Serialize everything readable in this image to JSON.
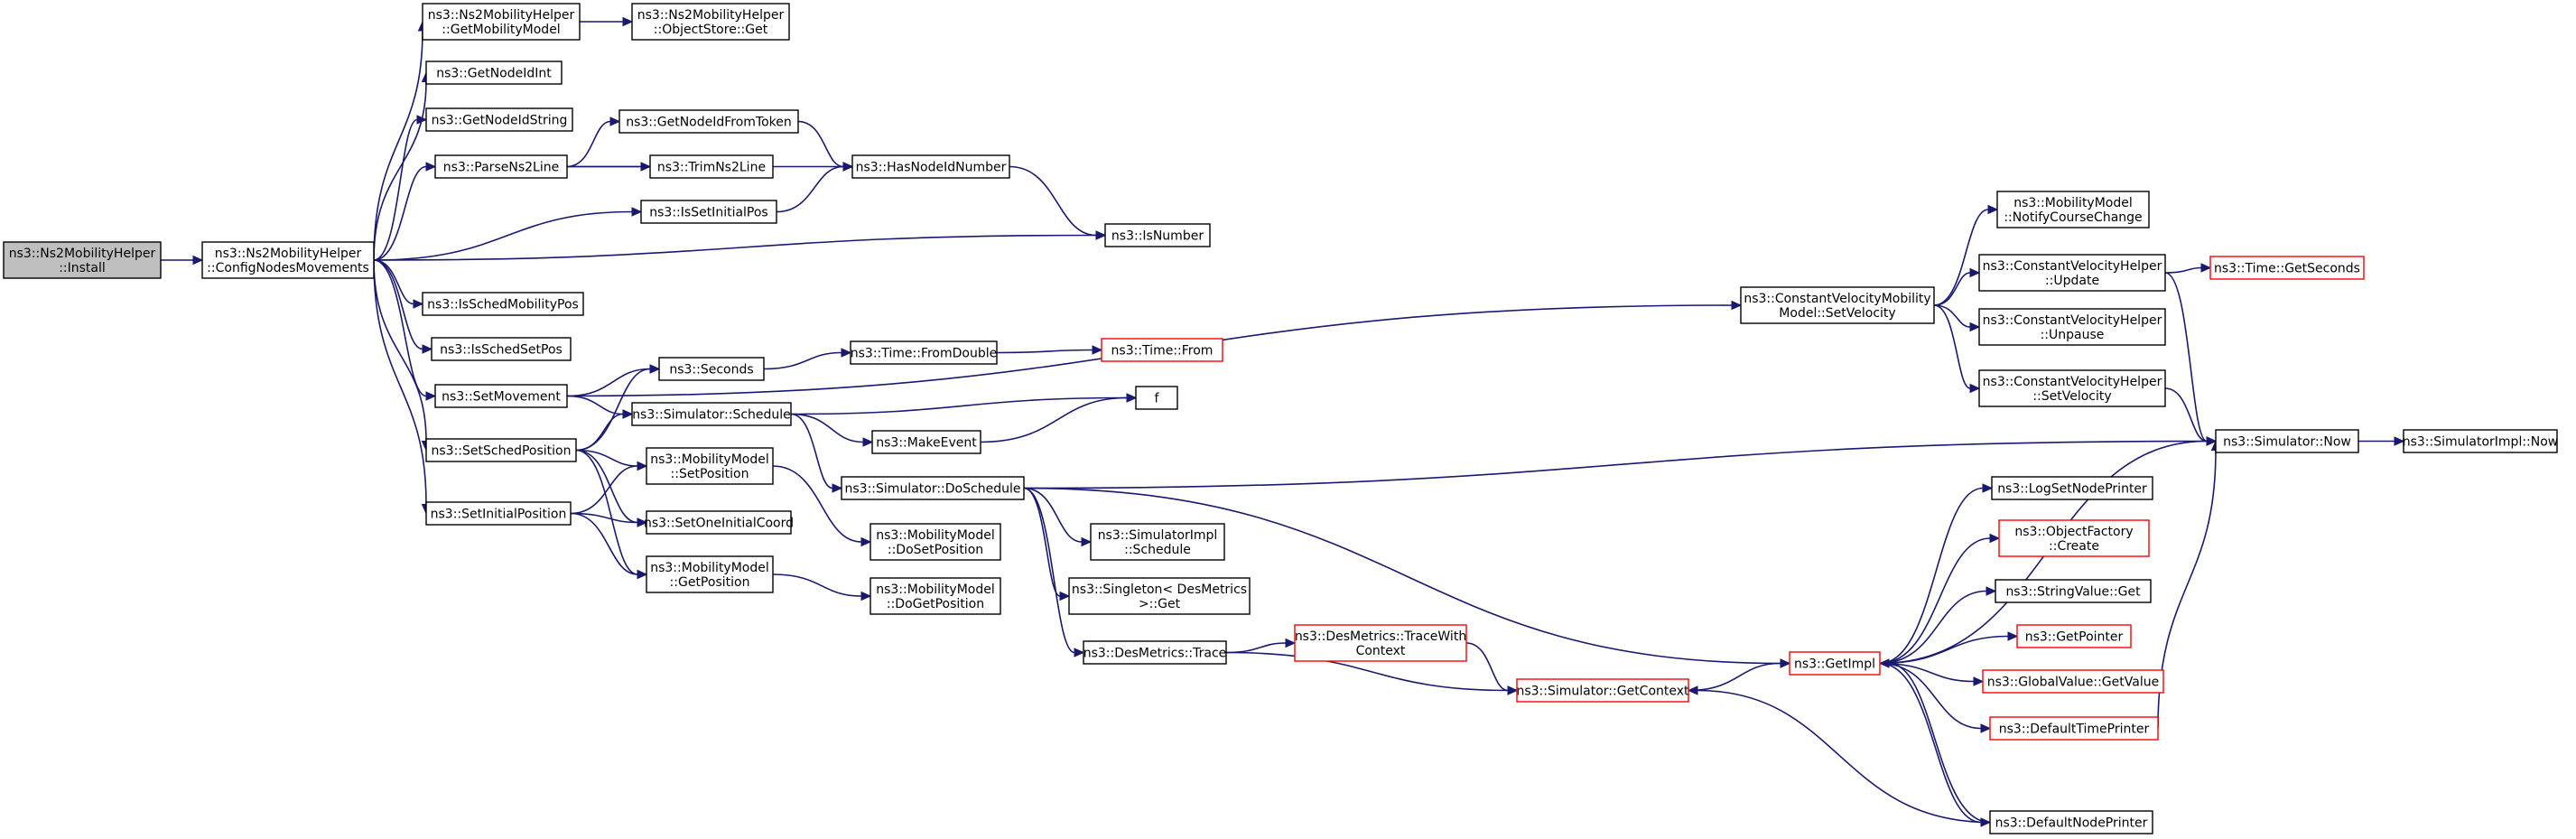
{
  "graph": {
    "colors": {
      "edge": "#191970",
      "node_border": "#000000",
      "truncated_border": "#ff0000",
      "root_fill": "#bfbfbf"
    },
    "nodes": [
      {
        "id": "n0",
        "lines": [
          "ns3::Ns2MobilityHelper",
          "::Install"
        ],
        "root": true
      },
      {
        "id": "n1",
        "lines": [
          "ns3::Ns2MobilityHelper",
          "::ConfigNodesMovements"
        ]
      },
      {
        "id": "n2",
        "lines": [
          "ns3::Ns2MobilityHelper",
          "::GetMobilityModel"
        ]
      },
      {
        "id": "n3",
        "lines": [
          "ns3::Ns2MobilityHelper",
          "::ObjectStore::Get"
        ]
      },
      {
        "id": "n4",
        "lines": [
          "ns3::GetNodeIdInt"
        ]
      },
      {
        "id": "n5",
        "lines": [
          "ns3::GetNodeIdString"
        ]
      },
      {
        "id": "n6",
        "lines": [
          "ns3::ParseNs2Line"
        ]
      },
      {
        "id": "n7",
        "lines": [
          "ns3::GetNodeIdFromToken"
        ]
      },
      {
        "id": "n8",
        "lines": [
          "ns3::TrimNs2Line"
        ]
      },
      {
        "id": "n9",
        "lines": [
          "ns3::HasNodeIdNumber"
        ]
      },
      {
        "id": "n10",
        "lines": [
          "ns3::IsSetInitialPos"
        ]
      },
      {
        "id": "n11",
        "lines": [
          "ns3::IsNumber"
        ]
      },
      {
        "id": "n12",
        "lines": [
          "ns3::IsSchedMobilityPos"
        ]
      },
      {
        "id": "n13",
        "lines": [
          "ns3::IsSchedSetPos"
        ]
      },
      {
        "id": "n14",
        "lines": [
          "ns3::SetMovement"
        ]
      },
      {
        "id": "n15",
        "lines": [
          "ns3::SetSchedPosition"
        ]
      },
      {
        "id": "n16",
        "lines": [
          "ns3::SetInitialPosition"
        ]
      },
      {
        "id": "n17",
        "lines": [
          "ns3::Seconds"
        ]
      },
      {
        "id": "n18",
        "lines": [
          "ns3::Simulator::Schedule"
        ]
      },
      {
        "id": "n19",
        "lines": [
          "ns3::MobilityModel",
          "::SetPosition"
        ]
      },
      {
        "id": "n20",
        "lines": [
          "ns3::SetOneInitialCoord"
        ]
      },
      {
        "id": "n21",
        "lines": [
          "ns3::MobilityModel",
          "::GetPosition"
        ]
      },
      {
        "id": "n22",
        "lines": [
          "ns3::Time::FromDouble"
        ]
      },
      {
        "id": "n23",
        "lines": [
          "ns3::Time::From"
        ],
        "truncated": true
      },
      {
        "id": "n24",
        "lines": [
          "ns3::MakeEvent"
        ]
      },
      {
        "id": "n25",
        "lines": [
          "f"
        ]
      },
      {
        "id": "n26",
        "lines": [
          "ns3::Simulator::DoSchedule"
        ]
      },
      {
        "id": "n27",
        "lines": [
          "ns3::MobilityModel",
          "::DoSetPosition"
        ]
      },
      {
        "id": "n28",
        "lines": [
          "ns3::MobilityModel",
          "::DoGetPosition"
        ]
      },
      {
        "id": "n29",
        "lines": [
          "ns3::SimulatorImpl",
          "::Schedule"
        ]
      },
      {
        "id": "n30",
        "lines": [
          "ns3::Singleton< DesMetrics",
          " >::Get"
        ]
      },
      {
        "id": "n31",
        "lines": [
          "ns3::DesMetrics::Trace"
        ]
      },
      {
        "id": "n32",
        "lines": [
          "ns3::DesMetrics::TraceWith",
          "Context"
        ],
        "truncated": true
      },
      {
        "id": "n33",
        "lines": [
          "ns3::Simulator::GetContext"
        ],
        "truncated": true
      },
      {
        "id": "n34",
        "lines": [
          "ns3::ConstantVelocityMobility",
          "Model::SetVelocity"
        ]
      },
      {
        "id": "n35",
        "lines": [
          "ns3::MobilityModel",
          "::NotifyCourseChange"
        ]
      },
      {
        "id": "n36",
        "lines": [
          "ns3::ConstantVelocityHelper",
          "::Update"
        ]
      },
      {
        "id": "n37",
        "lines": [
          "ns3::ConstantVelocityHelper",
          "::Unpause"
        ]
      },
      {
        "id": "n38",
        "lines": [
          "ns3::ConstantVelocityHelper",
          "::SetVelocity"
        ]
      },
      {
        "id": "n39",
        "lines": [
          "ns3::Time::GetSeconds"
        ],
        "truncated": true
      },
      {
        "id": "n40",
        "lines": [
          "ns3::Simulator::Now"
        ]
      },
      {
        "id": "n41",
        "lines": [
          "ns3::SimulatorImpl::Now"
        ]
      },
      {
        "id": "n42",
        "lines": [
          "ns3::GetImpl"
        ],
        "truncated": true
      },
      {
        "id": "n43",
        "lines": [
          "ns3::LogSetNodePrinter"
        ]
      },
      {
        "id": "n44",
        "lines": [
          "ns3::ObjectFactory",
          "::Create"
        ],
        "truncated": true
      },
      {
        "id": "n45",
        "lines": [
          "ns3::StringValue::Get"
        ]
      },
      {
        "id": "n46",
        "lines": [
          "ns3::GetPointer"
        ],
        "truncated": true
      },
      {
        "id": "n47",
        "lines": [
          "ns3::GlobalValue::GetValue"
        ],
        "truncated": true
      },
      {
        "id": "n48",
        "lines": [
          "ns3::DefaultTimePrinter"
        ],
        "truncated": true
      },
      {
        "id": "n49",
        "lines": [
          "ns3::DefaultNodePrinter"
        ]
      }
    ],
    "edges": [
      [
        "n0",
        "n1"
      ],
      [
        "n1",
        "n2"
      ],
      [
        "n2",
        "n3"
      ],
      [
        "n1",
        "n4"
      ],
      [
        "n1",
        "n5"
      ],
      [
        "n1",
        "n6"
      ],
      [
        "n6",
        "n7"
      ],
      [
        "n6",
        "n8"
      ],
      [
        "n6",
        "n9"
      ],
      [
        "n7",
        "n9"
      ],
      [
        "n1",
        "n10"
      ],
      [
        "n10",
        "n9"
      ],
      [
        "n9",
        "n11"
      ],
      [
        "n1",
        "n11"
      ],
      [
        "n1",
        "n12"
      ],
      [
        "n1",
        "n13"
      ],
      [
        "n1",
        "n14"
      ],
      [
        "n1",
        "n15"
      ],
      [
        "n1",
        "n16"
      ],
      [
        "n14",
        "n34"
      ],
      [
        "n14",
        "n17"
      ],
      [
        "n14",
        "n18"
      ],
      [
        "n17",
        "n22"
      ],
      [
        "n22",
        "n23"
      ],
      [
        "n18",
        "n25"
      ],
      [
        "n18",
        "n24"
      ],
      [
        "n18",
        "n26"
      ],
      [
        "n24",
        "n25"
      ],
      [
        "n15",
        "n17"
      ],
      [
        "n15",
        "n18"
      ],
      [
        "n15",
        "n19"
      ],
      [
        "n15",
        "n20"
      ],
      [
        "n15",
        "n21"
      ],
      [
        "n16",
        "n19"
      ],
      [
        "n16",
        "n20"
      ],
      [
        "n16",
        "n21"
      ],
      [
        "n19",
        "n27"
      ],
      [
        "n21",
        "n28"
      ],
      [
        "n26",
        "n40"
      ],
      [
        "n26",
        "n29"
      ],
      [
        "n26",
        "n30"
      ],
      [
        "n26",
        "n31"
      ],
      [
        "n26",
        "n42"
      ],
      [
        "n31",
        "n32"
      ],
      [
        "n31",
        "n33"
      ],
      [
        "n32",
        "n33"
      ],
      [
        "n33",
        "n42"
      ],
      [
        "n34",
        "n35"
      ],
      [
        "n34",
        "n36"
      ],
      [
        "n34",
        "n37"
      ],
      [
        "n34",
        "n38"
      ],
      [
        "n36",
        "n39"
      ],
      [
        "n36",
        "n40"
      ],
      [
        "n38",
        "n40"
      ],
      [
        "n40",
        "n41"
      ],
      [
        "n42",
        "n43"
      ],
      [
        "n42",
        "n44"
      ],
      [
        "n42",
        "n45"
      ],
      [
        "n42",
        "n46"
      ],
      [
        "n42",
        "n47"
      ],
      [
        "n42",
        "n48"
      ],
      [
        "n48",
        "n40"
      ],
      [
        "n42",
        "n40"
      ],
      [
        "n42",
        "n49"
      ],
      [
        "n49",
        "n42"
      ],
      [
        "n49",
        "n33"
      ]
    ]
  }
}
